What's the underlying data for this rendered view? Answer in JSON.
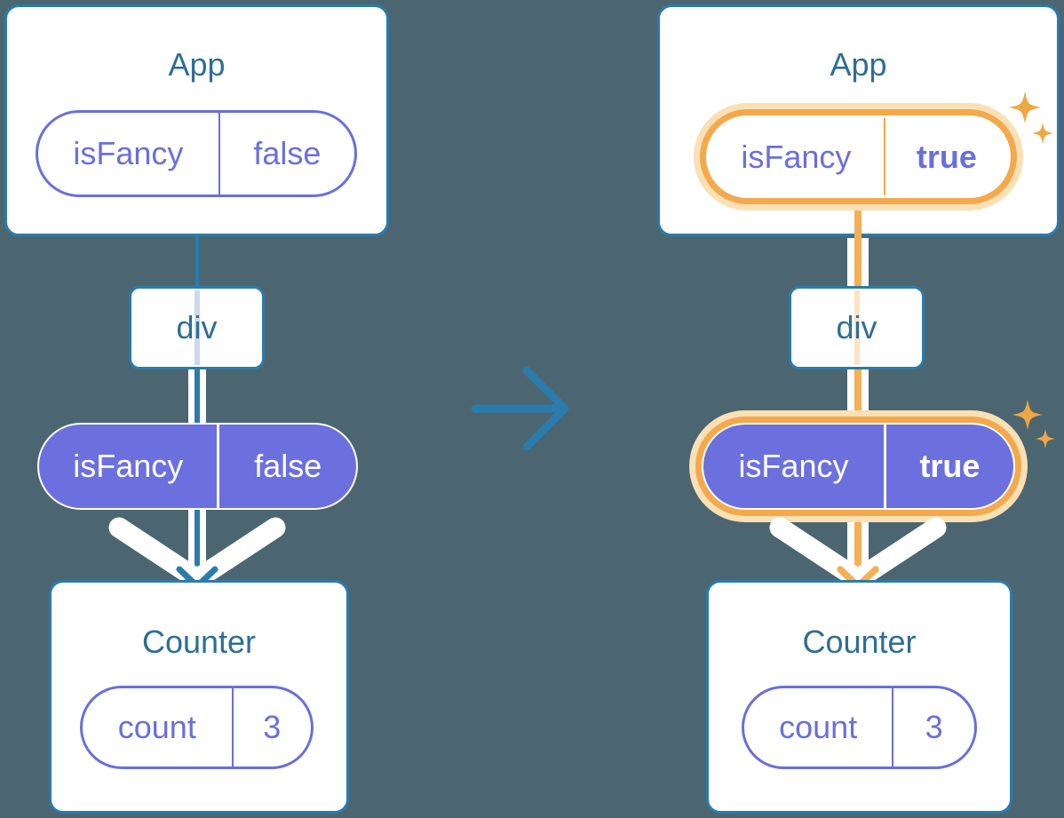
{
  "colors": {
    "background": "#4B6670",
    "card_border": "#2B7BAD",
    "heading_text": "#2E6E94",
    "purple": "#6A6FDB",
    "purple_fill": "#6C70DE",
    "highlight_orange": "#F3A94C",
    "highlight_orange_pale": "#FAE0B5",
    "orange_line": "#F5AF55",
    "pale_blue_line": "#CBD9F0",
    "pale_orange_line": "#FBE4C3"
  },
  "before": {
    "app": {
      "title": "App",
      "prop": {
        "name": "isFancy",
        "value": "false"
      }
    },
    "div": {
      "label": "div"
    },
    "passed_prop": {
      "name": "isFancy",
      "value": "false"
    },
    "counter": {
      "title": "Counter",
      "state": {
        "name": "count",
        "value": "3"
      }
    }
  },
  "after": {
    "app": {
      "title": "App",
      "prop": {
        "name": "isFancy",
        "value": "true"
      }
    },
    "div": {
      "label": "div"
    },
    "passed_prop": {
      "name": "isFancy",
      "value": "true"
    },
    "counter": {
      "title": "Counter",
      "state": {
        "name": "count",
        "value": "3"
      }
    }
  }
}
